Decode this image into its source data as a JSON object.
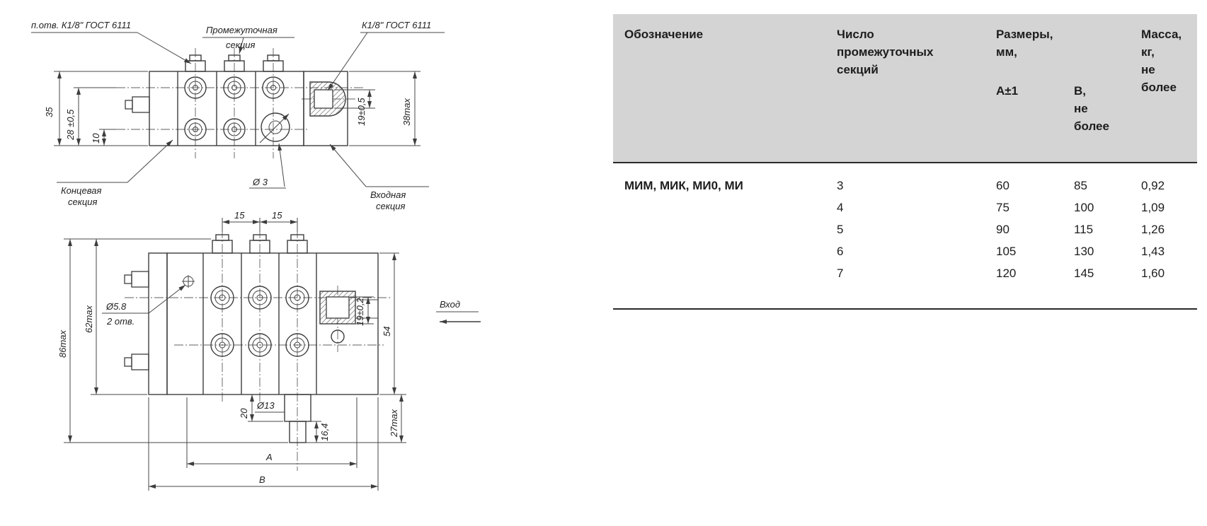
{
  "page": {
    "background": "#ffffff",
    "header_fill": "#d4d4d4",
    "line_color": "#3d3d3d"
  },
  "drawing": {
    "top_view": {
      "callout_tap_holes": "п.отв. К1/8\" ГОСТ 6111",
      "callout_intermediate_section_l1": "Промежуточная",
      "callout_intermediate_section_l2": "секция",
      "callout_inlet_thread": "К1/8\" ГОСТ 6111",
      "dim_35": "35",
      "dim_28": "28 ±0,5",
      "dim_10": "10",
      "dim_19": "19±0,5",
      "dim_38max": "38max",
      "callout_end_section_l1": "Концевая",
      "callout_end_section_l2": "секция",
      "callout_orifice": "Ø 3",
      "callout_inlet_section_l1": "Входная",
      "callout_inlet_section_l2": "секция"
    },
    "front_view": {
      "dim_pitch_1": "15",
      "dim_pitch_2": "15",
      "dim_86max": "86max",
      "dim_62max": "62max",
      "callout_hole_dia": "Ø5.8",
      "callout_hole_count": "2 отв.",
      "dim_19": "19±0,2",
      "dim_54": "54",
      "label_inlet": "Вход",
      "dim_20": "20",
      "dim_13": "Ø13",
      "dim_16": "16,4",
      "dim_27max": "27max",
      "dim_A": "А",
      "dim_B": "В"
    }
  },
  "table": {
    "header": {
      "designation": "Обозначение",
      "sections": "Число\nпромежуточных\nсекций",
      "dimensions": "Размеры,\nмм,",
      "dim_a": "А±1",
      "dim_b": "В,\nне\nболее",
      "mass": "Масса,\nкг,\nне\nболее"
    },
    "designation_value": "МИМ, МИК, МИ0, МИ",
    "rows": [
      {
        "sections": "3",
        "a": "60",
        "b": "85",
        "mass": "0,92"
      },
      {
        "sections": "4",
        "a": "75",
        "b": "100",
        "mass": "1,09"
      },
      {
        "sections": "5",
        "a": "90",
        "b": "115",
        "mass": "1,26"
      },
      {
        "sections": "6",
        "a": "105",
        "b": "130",
        "mass": "1,43"
      },
      {
        "sections": "7",
        "a": "120",
        "b": "145",
        "mass": "1,60"
      }
    ]
  }
}
